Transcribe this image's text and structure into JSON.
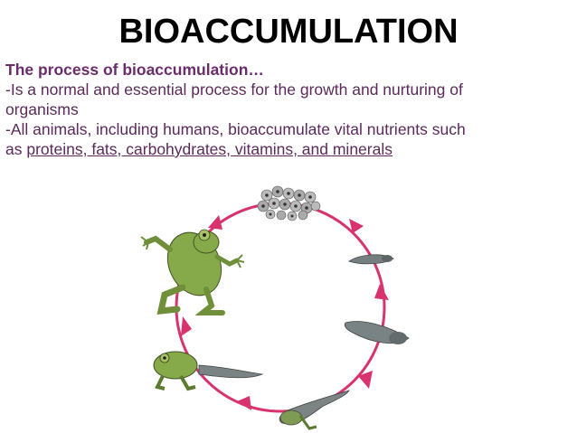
{
  "slide": {
    "title": "BIOACCUMULATION",
    "subheading": "The process of bioaccumulation…",
    "bullets": {
      "b1_line1": "-Is a normal and essential process for the growth and nurturing of",
      "b1_line2": "organisms",
      "b2_line1": "-All animals, including humans, bioaccumulate vital nutrients such",
      "b2_prefix": "as ",
      "b2_underlined": "proteins, fats, carbohydrates, vitamins, and minerals"
    }
  },
  "diagram": {
    "stages": [
      "eggs",
      "tadpole",
      "older-tadpole",
      "tadpole-with-legs",
      "froglet",
      "adult-frog"
    ],
    "colors": {
      "cycle": "#d8336c",
      "frog": "#86a94a",
      "frog_dark": "#5a7a2d",
      "tadpole": "#707a7a",
      "egg": "#8a8a8a"
    }
  }
}
